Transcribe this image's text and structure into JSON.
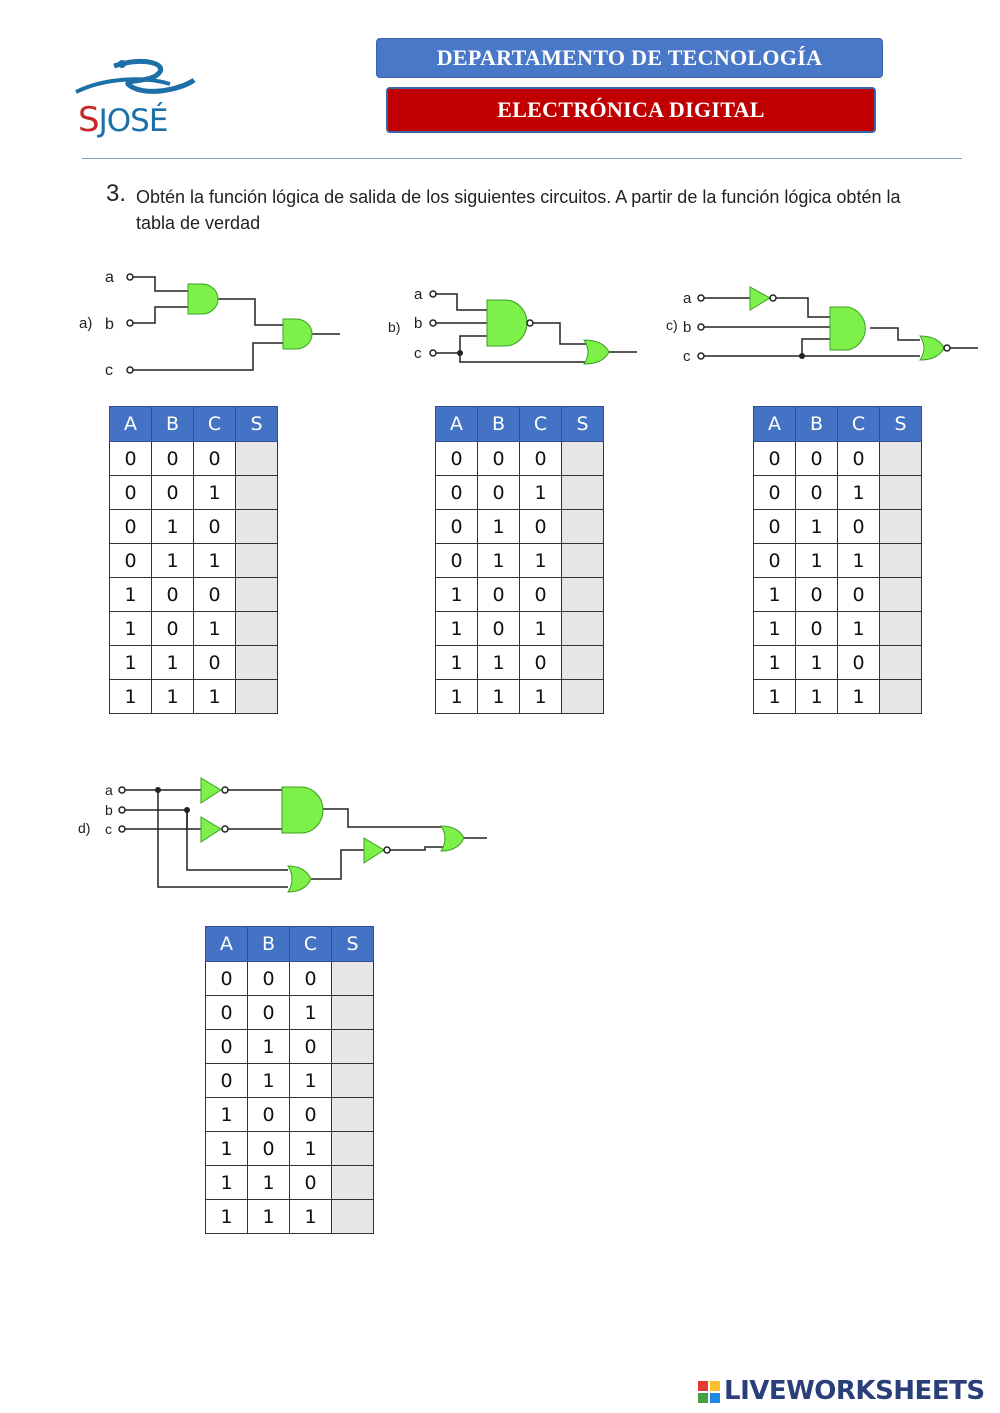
{
  "header": {
    "department": "DEPARTAMENTO DE TECNOLOGÍA",
    "subject": "ELECTRÓNICA DIGITAL",
    "logo_text_first": "S",
    "logo_text_rest": "JOSÉ"
  },
  "exercise": {
    "number": "3.",
    "instructions": "Obtén la función lógica de salida de los siguientes circuitos. A partir de la función lógica obtén la tabla de verdad"
  },
  "circuits": {
    "a": {
      "label": "a)",
      "inputs": [
        "a",
        "b",
        "c"
      ]
    },
    "b": {
      "label": "b)",
      "inputs": [
        "a",
        "b",
        "c"
      ]
    },
    "c": {
      "label": "c)",
      "inputs": [
        "a",
        "b",
        "c"
      ]
    },
    "d": {
      "label": "d)",
      "inputs": [
        "a",
        "b",
        "c"
      ]
    }
  },
  "truth_table": {
    "headers": [
      "A",
      "B",
      "C",
      "S"
    ],
    "rows": [
      [
        "0",
        "0",
        "0",
        ""
      ],
      [
        "0",
        "0",
        "1",
        ""
      ],
      [
        "0",
        "1",
        "0",
        ""
      ],
      [
        "0",
        "1",
        "1",
        ""
      ],
      [
        "1",
        "0",
        "0",
        ""
      ],
      [
        "1",
        "0",
        "1",
        ""
      ],
      [
        "1",
        "1",
        "0",
        ""
      ],
      [
        "1",
        "1",
        "1",
        ""
      ]
    ]
  },
  "footer": {
    "brand": "LIVEWORKSHEETS"
  },
  "colors": {
    "header_blue": "#4a78c8",
    "header_red": "#c00000",
    "gate_green": "#7ef04a",
    "table_header": "#4472c4",
    "answer_cell": "#e6e6e6"
  }
}
